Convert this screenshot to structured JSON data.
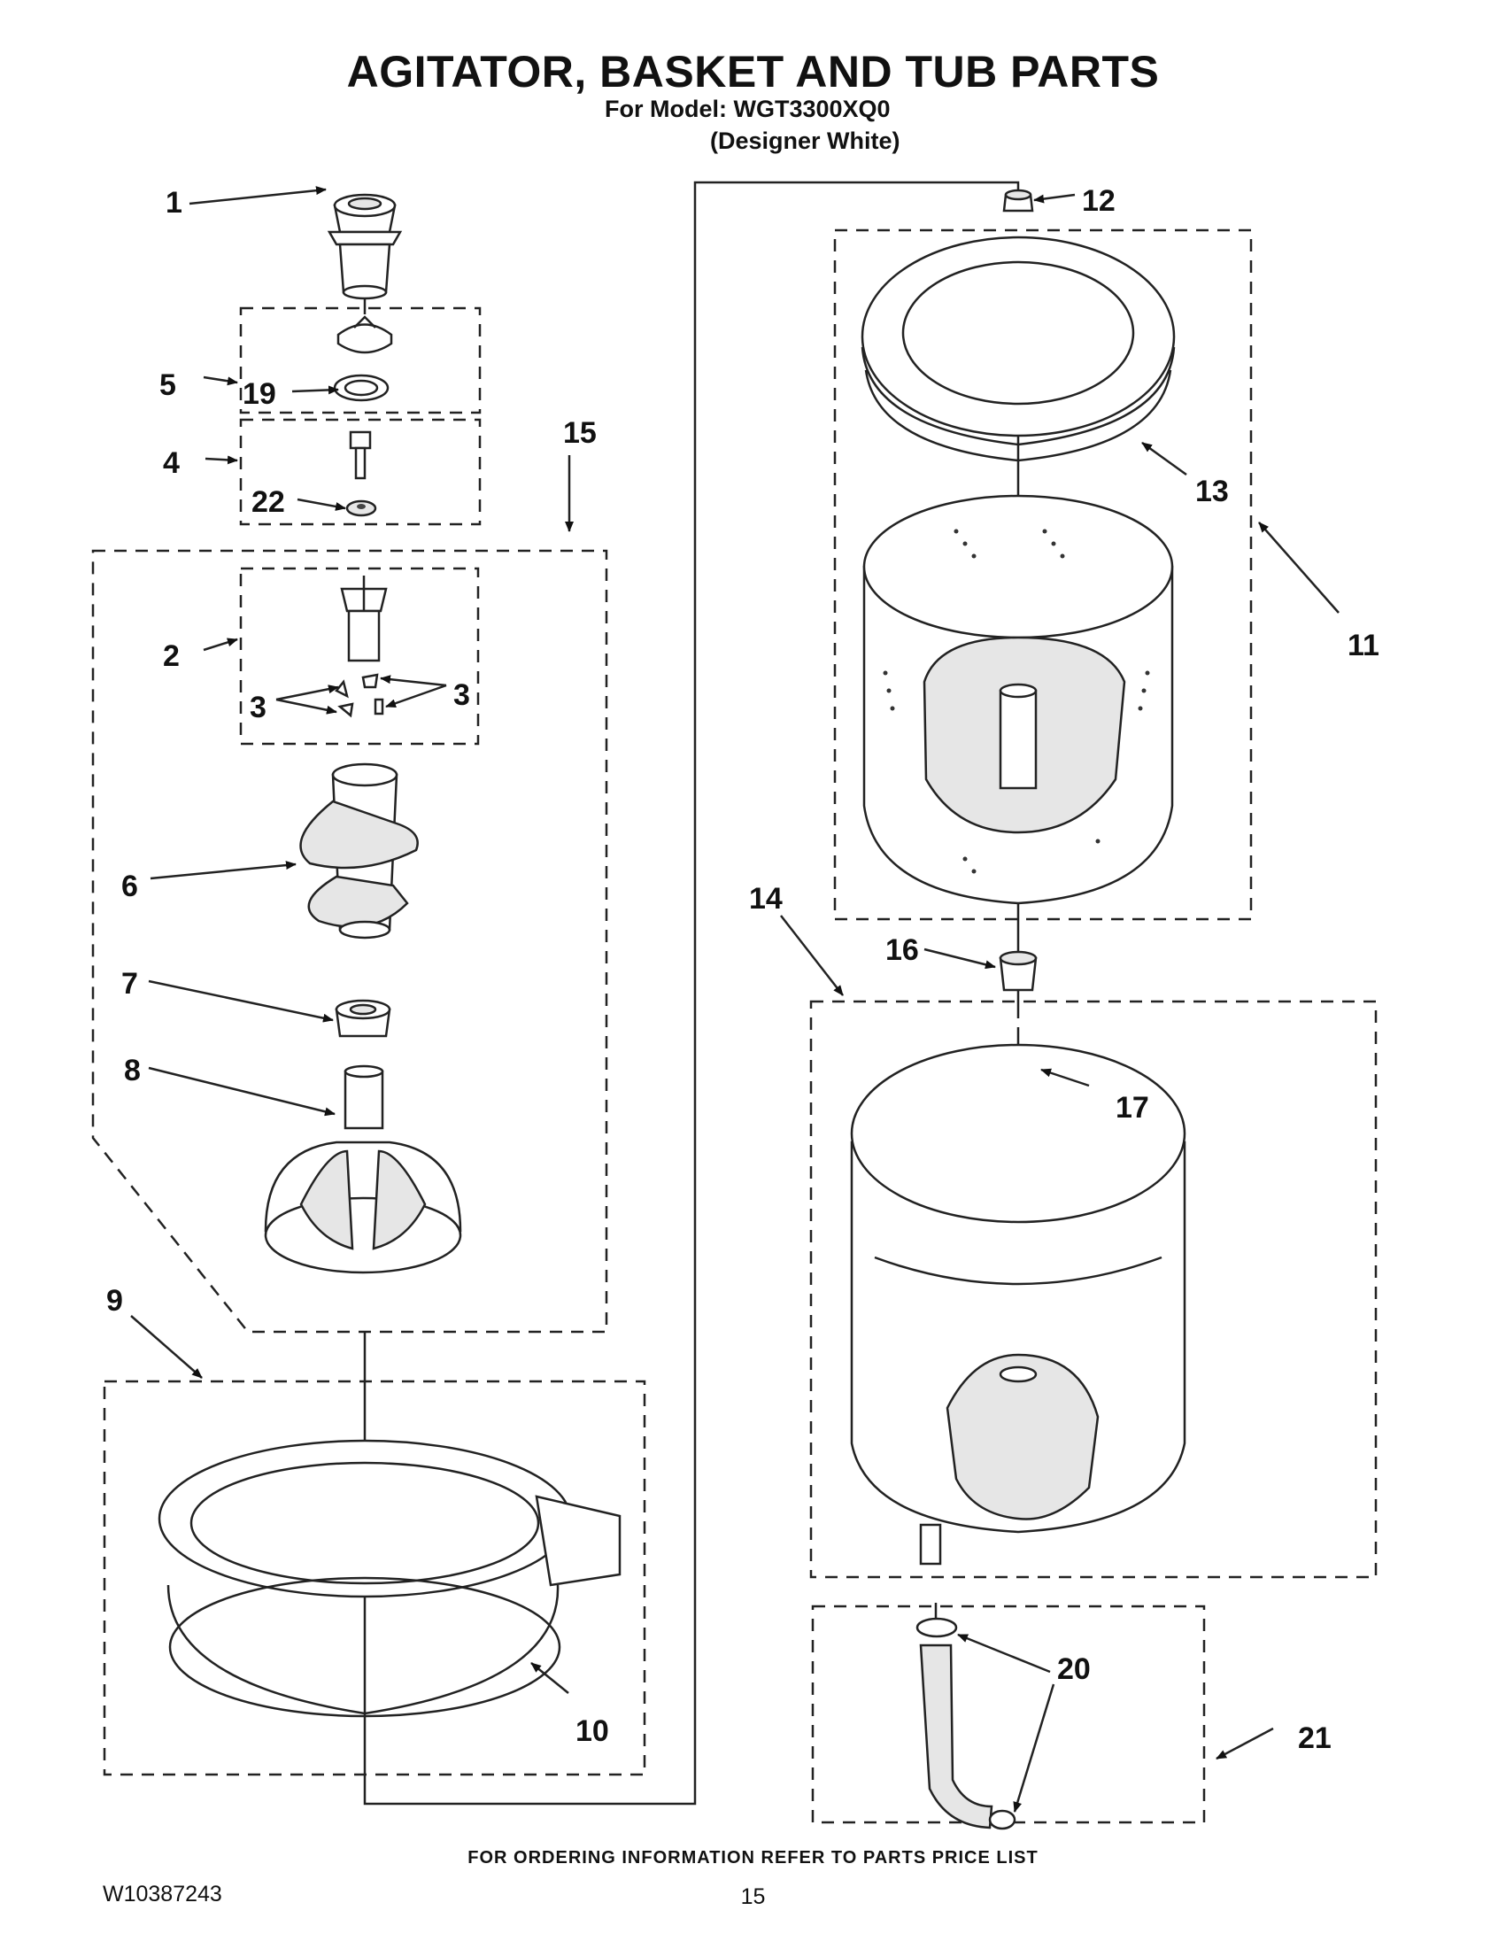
{
  "header": {
    "title": "AGITATOR, BASKET AND TUB PARTS",
    "model_line": "For Model: WGT3300XQ0",
    "color_line": "(Designer White)"
  },
  "callouts": {
    "c1": "1",
    "c2": "2",
    "c3a": "3",
    "c3b": "3",
    "c4": "4",
    "c5": "5",
    "c6": "6",
    "c7": "7",
    "c8": "8",
    "c9": "9",
    "c10": "10",
    "c11": "11",
    "c12": "12",
    "c13": "13",
    "c14": "14",
    "c15": "15",
    "c16": "16",
    "c17": "17",
    "c19": "19",
    "c20": "20",
    "c21": "21",
    "c22": "22"
  },
  "footer": {
    "ordering_note": "FOR ORDERING INFORMATION REFER TO PARTS PRICE LIST",
    "document_number": "W10387243",
    "page_number": "15"
  },
  "icons": {
    "agitator_cap": "cap-icon",
    "basket": "basket-icon",
    "tub": "tub-icon",
    "tub_ring": "tub-ring-icon",
    "drain_hose": "hose-icon"
  }
}
